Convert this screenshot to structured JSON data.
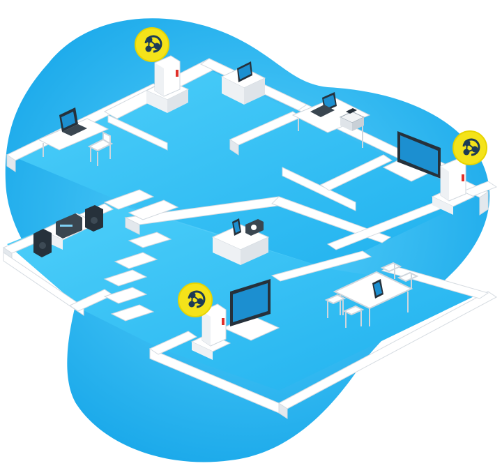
{
  "colors": {
    "background": "#ffffff",
    "blob_outer": "#29b6f0",
    "blob_inner": "#0ea5ea",
    "floor": "#3cc4f6",
    "floor_shadow": "#18a8e6",
    "wall_top": "#ffffff",
    "wall_side": "#d9dee4",
    "wall_front": "#eef1f4",
    "device_dark": "#26313b",
    "screen_blue": "#1c8fd0",
    "badge": "#f4e31a",
    "badge_ring": "#e7d400",
    "badge_icon": "#1d3b55",
    "accent_red": "#e0302a"
  },
  "icons": {
    "hub_badge": "mesh-network-icon",
    "laptop": "laptop-icon",
    "printer": "printer-icon",
    "tv": "tv-icon",
    "speaker": "speaker-icon",
    "stereo": "stereo-receiver-icon",
    "phone": "smartphone-icon",
    "tablet": "tablet-icon",
    "router": "router-icon",
    "chair": "chair-icon",
    "table": "table-icon"
  },
  "hubs": [
    {
      "id": "hub-top-left"
    },
    {
      "id": "hub-right"
    },
    {
      "id": "hub-bottom"
    }
  ]
}
